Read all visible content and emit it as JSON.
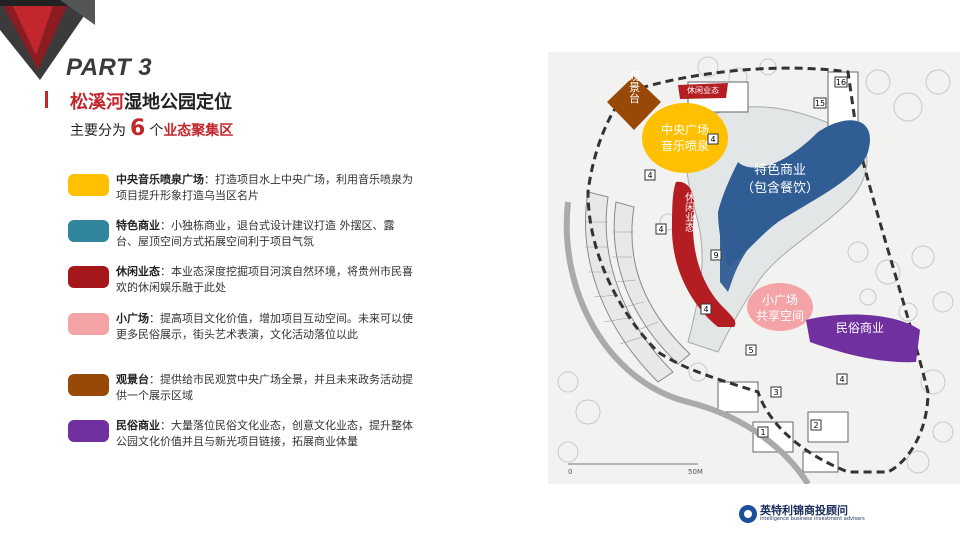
{
  "header": {
    "part_label": "PART 3",
    "title_red": "松溪河",
    "title_rest": "湿地公园定位",
    "subtitle_prefix": "主要分为",
    "subtitle_number": "6",
    "subtitle_unit": "个",
    "subtitle_red": "业态聚集区"
  },
  "legend": [
    {
      "name": "中央音乐喷泉广场",
      "sep": "：",
      "text": "打造项目水上中央广场，利用音乐喷泉为项目提升形象打造乌当区名片",
      "color": "#ffc000"
    },
    {
      "name": "特色商业",
      "sep": "：",
      "text": "小独栋商业，退台式设计建议打造 外摆区、露台、屋顶空间方式拓展空间利于项目气氛",
      "color": "#31859c"
    },
    {
      "name": "休闲业态",
      "sep": "：",
      "text": "本业态深度挖掘项目河滨自然环境，将贵州市民喜欢的休闲娱乐融于此处",
      "color": "#a6171c"
    },
    {
      "name": "小广场",
      "sep": "：",
      "text": "提高项目文化价值，增加项目互动空间。未来可以使更多民俗展示，街头艺术表演，文化活动落位以此",
      "color": "#f4a3a6"
    },
    {
      "name": "观景台",
      "sep": "：",
      "text": "提供给市民观赏中央广场全景，并且未来政务活动提供一个展示区域",
      "color": "#984807"
    },
    {
      "name": "民俗商业",
      "sep": "：",
      "text": "大量落位民俗文化业态，创意文化业态，提升整体公园文化价值并且与新光项目链接，拓展商业体量",
      "color": "#7030a0"
    }
  ],
  "map": {
    "zones": {
      "fountain": [
        "中央广场",
        "音乐喷泉"
      ],
      "commerce": [
        "特色商业",
        "（包含餐饮）"
      ],
      "leisure_vertical": "休闲业态",
      "leisure_top": "休闲业态",
      "plaza": [
        "小广场",
        "共享空间"
      ],
      "folk": "民俗商业",
      "viewing": "观景台"
    },
    "markers": [
      "1",
      "2",
      "3",
      "4",
      "4",
      "4",
      "4",
      "4",
      "5",
      "9",
      "15",
      "16"
    ],
    "scale": {
      "start": "0",
      "end": "50M"
    }
  },
  "footer": {
    "company_cn": "英特利锦商投顾问",
    "company_en": "intelligence   business   investment   advisers"
  }
}
